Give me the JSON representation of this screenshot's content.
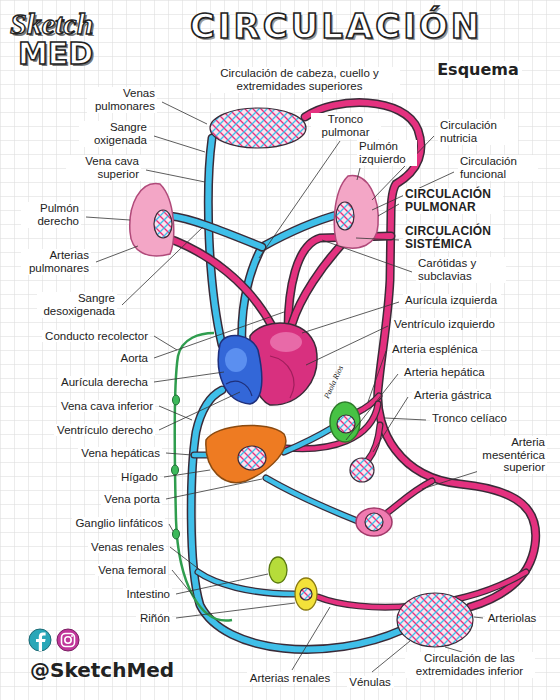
{
  "diagram": {
    "title": "CIRCULACIÓN",
    "labels": [
      "Sketch",
      "MED",
      "Esquema",
      "Circulación de cabeza, cuello y extremidades superiores",
      "Venas pulmonares",
      "Tronco pulmonar",
      "Circulación nutricia",
      "Sangre oxigenada",
      "Pulmón izquierdo",
      "Circulación funcional",
      "Vena cava superior",
      "CIRCULACIÓN PULMONAR",
      "Pulmón derecho",
      "CIRCULACIÓN SISTÉMICA",
      "Arterias pulmonares",
      "Carótidas y subclavias",
      "Sangre desoxigenada",
      "Aurícula izquierda",
      "Conducto recolector",
      "Ventrículo izquierdo",
      "Aorta",
      "Arteria esplénica",
      "Aurícula derecha",
      "Arteria hepática",
      "Vena cava inferior",
      "Arteria gástrica",
      "Ventrículo derecho",
      "Tronco celíaco",
      "Vena hepáticas",
      "Arteria mesentérica superior",
      "Hígado",
      "Vena porta",
      "Ganglio linfáticos",
      "Venas renales",
      "Vena femoral",
      "Intestino",
      "Riñón",
      "Paola Rios",
      "Arteriolas",
      "Arterias renales",
      "Vénulas",
      "Circulación de las extremidades inferior",
      "@SketchMed"
    ]
  }
}
